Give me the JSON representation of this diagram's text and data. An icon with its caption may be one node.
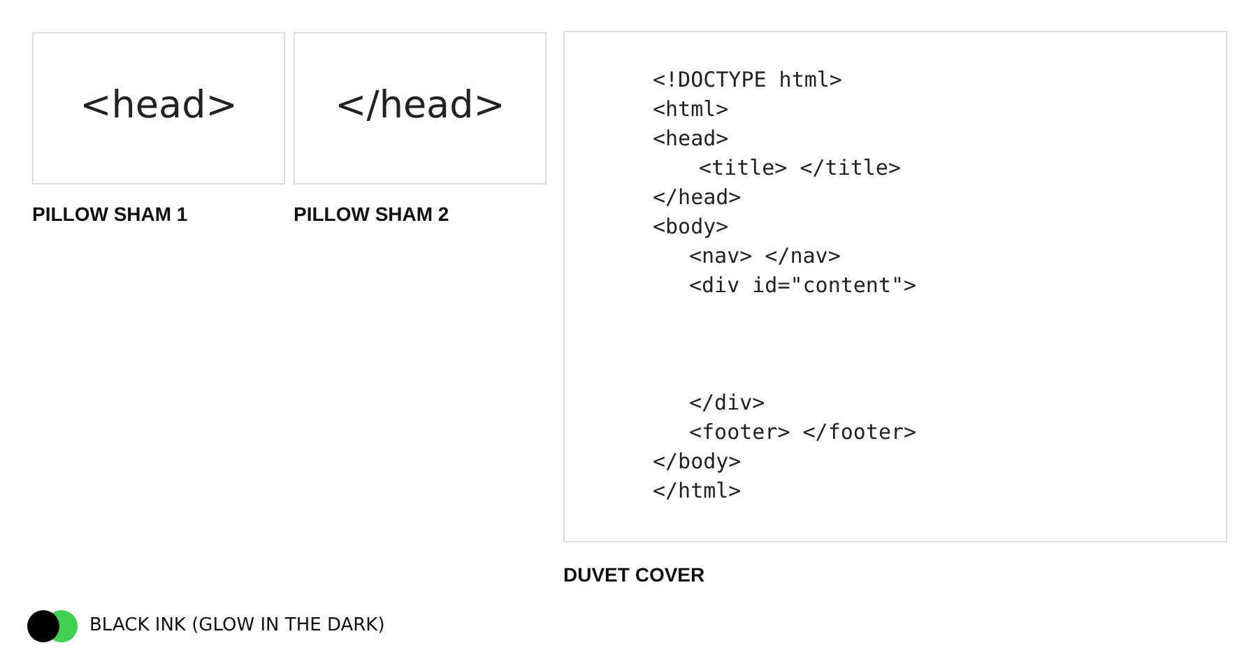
{
  "diagram": {
    "nodes": [
      {
        "text": [
          "<head>"
        ],
        "beside": [
          "PILLOW SHAM 1"
        ]
      },
      {
        "text": [
          "</head>"
        ],
        "beside": [
          "PILLOW SHAM 2"
        ]
      },
      {
        "text": [
          "<!DOCTYPE html>",
          "<html>",
          "<head>",
          "<title> </title>",
          "</head>",
          "<body>",
          "<nav> </nav>",
          "<div id=\"content\">",
          "</div>",
          "<footer> </footer>",
          "</body>",
          "</html>"
        ],
        "beside": [
          "DUVET COVER"
        ]
      }
    ],
    "legend": [
      {
        "text": "BLACK INK (GLOW IN THE DARK)"
      }
    ]
  }
}
